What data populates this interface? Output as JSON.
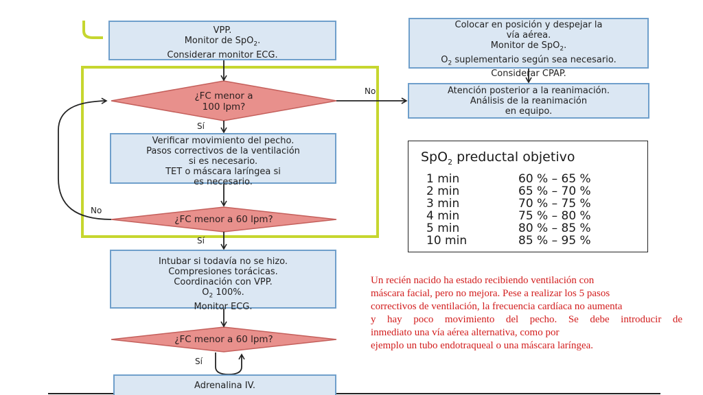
{
  "left_flow": {
    "box_vpp": {
      "lines": [
        "VPP.",
        "Monitor de SpO",
        "Considerar monitor ECG."
      ],
      "sub": "2"
    },
    "diamond_fc100": {
      "lines": [
        "¿FC menor a",
        "100 lpm?"
      ]
    },
    "label_si_1": "Sí",
    "box_verificar": {
      "lines": [
        "Verificar movimiento del pecho.",
        "Pasos correctivos de la ventilación",
        "si es necesario.",
        "TET o máscara laríngea si",
        "es necesario."
      ]
    },
    "label_no_loop": "No",
    "diamond_fc60_a": "¿FC menor a 60 lpm?",
    "label_si_2": "Sí",
    "box_intubar": {
      "lines": [
        "Intubar si todavía no se hizo.",
        "Compresiones torácicas.",
        "Coordinación con VPP.",
        "O",
        "Monitor ECG."
      ],
      "o2_rest": " 100%.",
      "sub": "2"
    },
    "diamond_fc60_b": "¿FC menor a 60 lpm?",
    "label_si_3": "Sí",
    "box_adrenalina": "Adrenalina IV."
  },
  "right_flow": {
    "box_colocar": {
      "lines": [
        "Colocar en posición y despejar la",
        "vía aérea.",
        "Monitor de SpO",
        "O",
        "Considerar CPAP."
      ],
      "o2_rest": " suplementario según sea necesario.",
      "sub": "2"
    },
    "label_no": "No",
    "box_atencion": {
      "lines": [
        "Atención posterior a la reanimación.",
        "Análisis de la reanimación",
        "en equipo."
      ]
    }
  },
  "spo2_table": {
    "title_pre": "SpO",
    "title_sub": "2",
    "title_post": " preductal objetivo",
    "rows": [
      {
        "time": "1 min",
        "range": "60 % – 65 %"
      },
      {
        "time": "2 min",
        "range": "65 % – 70 %"
      },
      {
        "time": "3 min",
        "range": "70 % – 75 %"
      },
      {
        "time": "4 min",
        "range": "75 % – 80 %"
      },
      {
        "time": "5 min",
        "range": "80 % – 85 %"
      },
      {
        "time": "10 min",
        "range": "85 % – 95 %"
      }
    ]
  },
  "note": {
    "lines": [
      "Un recién nacido ha estado recibiendo ventilación con",
      "máscara facial, pero no mejora. Pese a realizar los 5 pasos",
      "correctivos de ventilación, la frecuencia cardíaca no aumenta",
      "y hay poco movimiento del pecho. Se debe introducir de",
      "inmediato una vía aérea alternativa, como por",
      "ejemplo un tubo endotraqueal o una máscara laríngea."
    ]
  },
  "colors": {
    "box_fill": "#dbe7f3",
    "box_border": "#6f9fcb",
    "diamond_fill": "#e8908c",
    "highlight": "#c6d62f",
    "note_text": "#d21d1d"
  }
}
